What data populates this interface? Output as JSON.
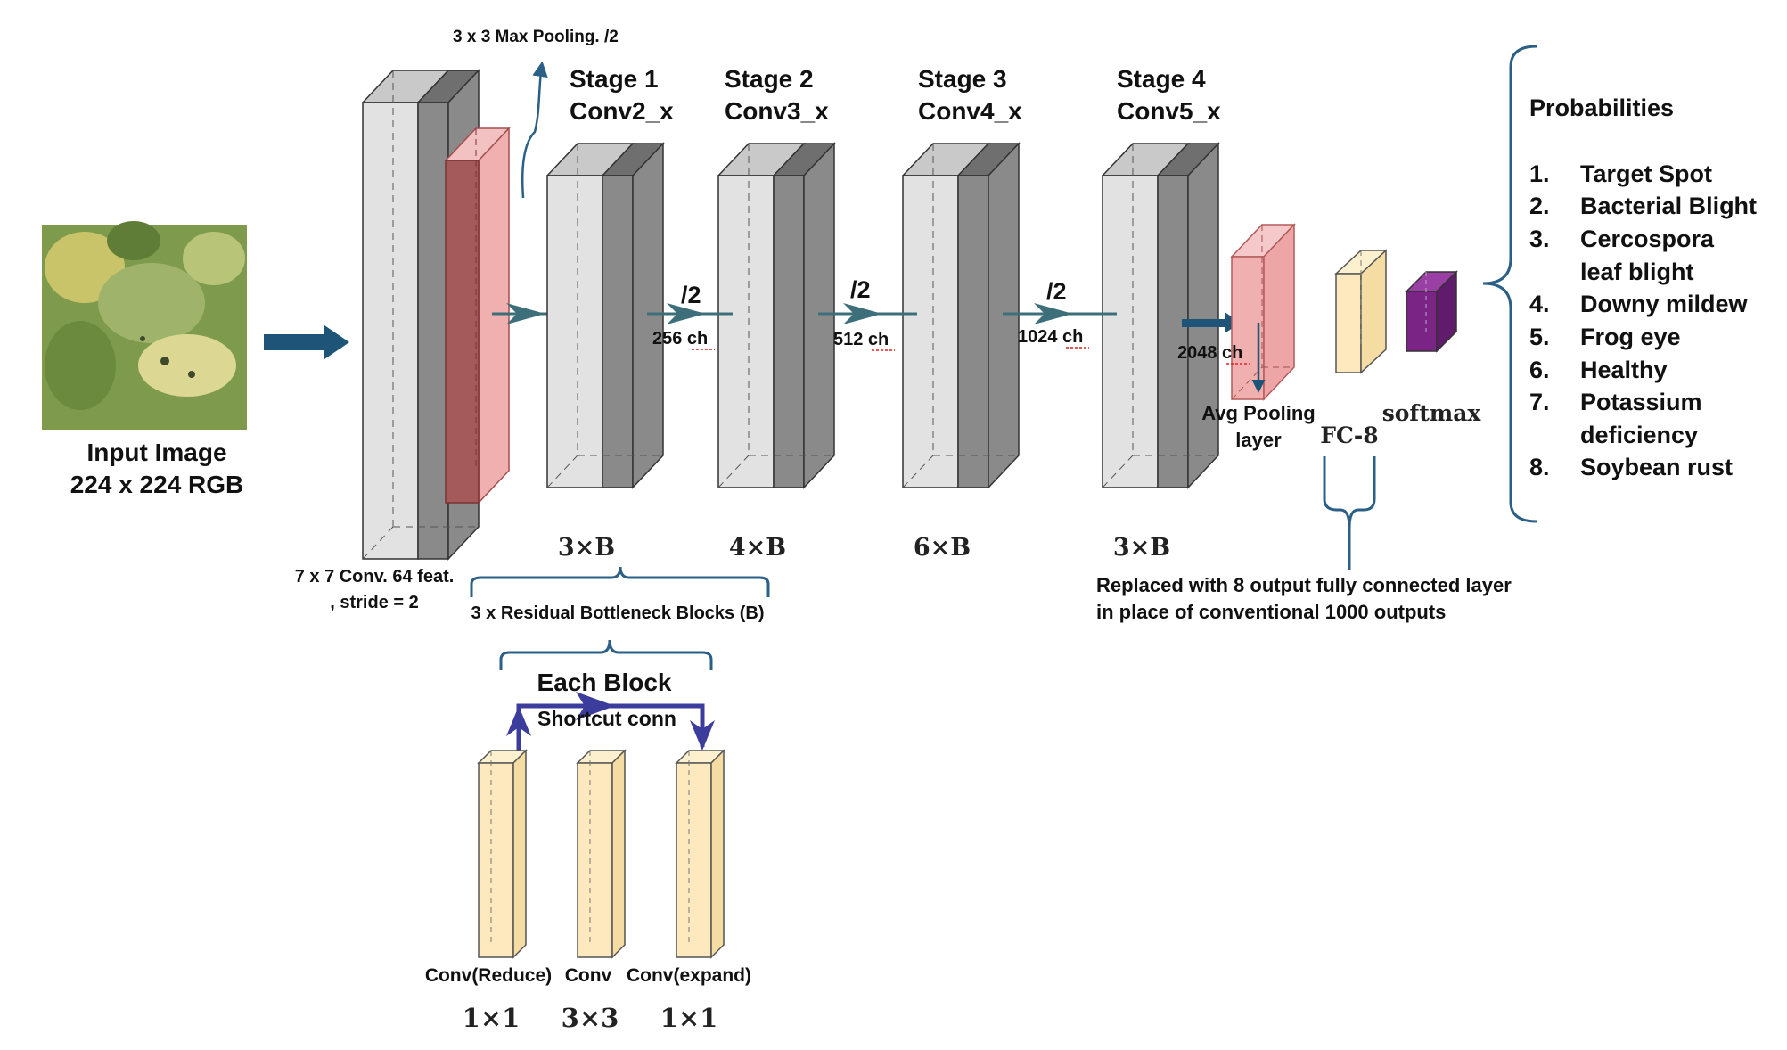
{
  "input": {
    "title": "Input Image",
    "size": "224 x 224 RGB"
  },
  "stem": {
    "pool_label": "3 x 3 Max Pooling. /2",
    "conv_label_1": "7 x 7 Conv. 64 feat.",
    "conv_label_2": ", stride = 2"
  },
  "stages": [
    {
      "title": "Stage 1",
      "name": "Conv2_x",
      "blocks": "3×B",
      "channels": "256 ch",
      "downsample": "/2"
    },
    {
      "title": "Stage 2",
      "name": "Conv3_x",
      "blocks": "4×B",
      "channels": "512 ch",
      "downsample": "/2"
    },
    {
      "title": "Stage 3",
      "name": "Conv4_x",
      "blocks": "6×B",
      "channels": "1024 ch",
      "downsample": "/2"
    },
    {
      "title": "Stage 4",
      "name": "Conv5_x",
      "blocks": "3×B",
      "channels": "2048 ch"
    }
  ],
  "bottleneck": {
    "group_label": "3 x Residual Bottleneck Blocks (B)",
    "each_block": "Each Block",
    "shortcut": "Shortcut conn",
    "layers": [
      {
        "label": "Conv(Reduce)",
        "kernel": "1×1"
      },
      {
        "label": "Conv",
        "kernel": "3×3"
      },
      {
        "label": "Conv(expand)",
        "kernel": "1×1"
      }
    ]
  },
  "head": {
    "avg_pool_1": "Avg  Pooling",
    "avg_pool_2": "layer",
    "fc": "FC-8",
    "softmax": "softmax",
    "note_1": "Replaced with 8 output fully connected layer",
    "note_2": "in place of conventional 1000 outputs"
  },
  "probabilities": {
    "title": "Probabilities",
    "classes": [
      {
        "num": "1.",
        "line1": "Target Spot"
      },
      {
        "num": "2.",
        "line1": "Bacterial Blight"
      },
      {
        "num": "3.",
        "line1": "Cercospora",
        "line2": "leaf blight"
      },
      {
        "num": "4.",
        "line1": "Downy mildew"
      },
      {
        "num": "5.",
        "line1": "Frog eye"
      },
      {
        "num": "6.",
        "line1": "Healthy"
      },
      {
        "num": "7.",
        "line1": "Potassium",
        "line2": "deficiency"
      },
      {
        "num": "8.",
        "line1": "Soybean rust"
      }
    ]
  },
  "colors": {
    "arrow_blue": "#1d5477",
    "stage_arrow": "#3d6f7a",
    "bracket": "#2b5f86",
    "block_front": "#e2e2e2",
    "block_side": "#8a8a8a",
    "pink": "#f0b0b0",
    "dark_pink": "#a45a5a",
    "cream": "#fde9bd",
    "purple": "#7a2585",
    "shortcut": "#3c3c9c"
  }
}
